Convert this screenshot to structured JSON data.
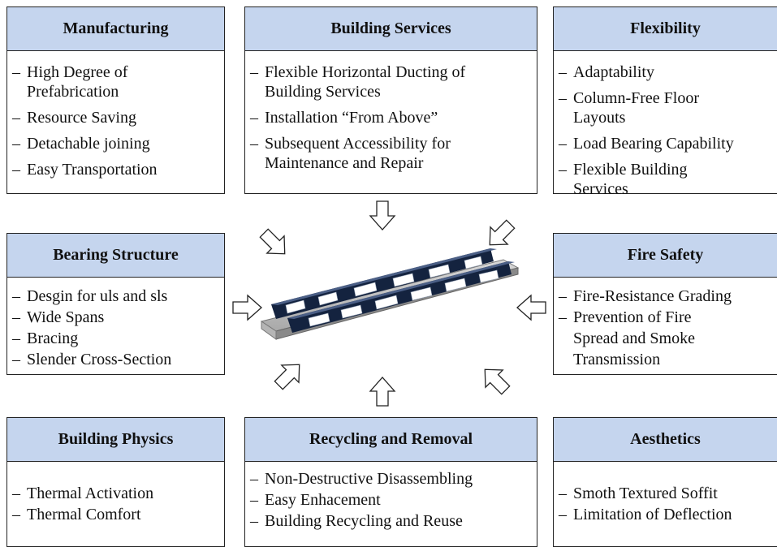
{
  "boxes": {
    "manufacturing": {
      "title": "Manufacturing",
      "items": [
        "High Degree of Prefabrication",
        "Resource Saving",
        "Detachable joining",
        "Easy Transportation"
      ]
    },
    "building_services": {
      "title": "Building Services",
      "items": [
        "Flexible Horizontal Ducting of Building Services",
        "Installation “From Above”",
        "Subsequent Accessibility for Maintenance and Repair"
      ]
    },
    "flexibility": {
      "title": "Flexibility",
      "items": [
        "Adaptability",
        "Column-Free Floor Layouts",
        "Load Bearing Capability",
        "Flexible Building Services"
      ]
    },
    "bearing_structure": {
      "title": "Bearing Structure",
      "items": [
        "Desgin for uls and sls",
        "Wide Spans",
        "Bracing",
        "Slender Cross-Section"
      ]
    },
    "fire_safety": {
      "title": "Fire Safety",
      "items": [
        "Fire-Resistance Grading",
        "Prevention of Fire Spread and Smoke Transmission"
      ]
    },
    "building_physics": {
      "title": "Building Physics",
      "items": [
        "Thermal Activation",
        "Thermal Comfort"
      ]
    },
    "recycling": {
      "title": "Recycling and Removal",
      "items": [
        "Non-Destructive Disassembling",
        "Easy Enhacement",
        "Building Recycling and Reuse"
      ]
    },
    "aesthetics": {
      "title": "Aesthetics",
      "items": [
        "Smoth Textured Soffit",
        "Limitation of Deflection"
      ]
    }
  },
  "colors": {
    "header_fill": "#c5d5ee",
    "beam_navy": "#14233f",
    "slab": "#9a9a9a"
  }
}
